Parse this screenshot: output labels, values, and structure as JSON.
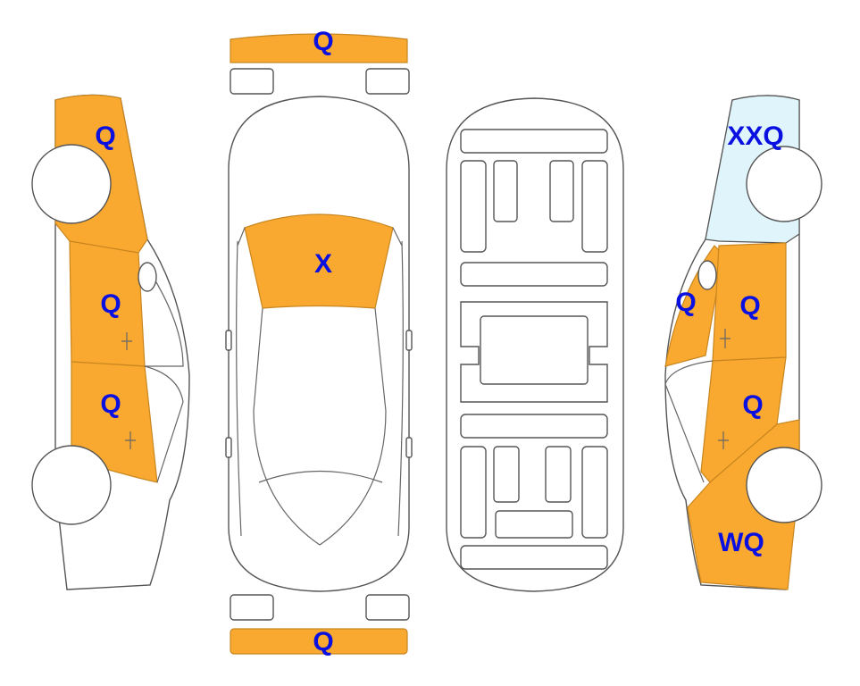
{
  "colors": {
    "damage": "#f9a92f",
    "damage_stroke": "#c98620",
    "glass_mark": "#e0f5fb",
    "label": "#0a10e0",
    "line": "#555555"
  },
  "labels": {
    "front_bumper": "Q",
    "rear_bumper": "Q",
    "windshield": "X",
    "left_front_fender": "Q",
    "left_front_door": "Q",
    "left_rear_door": "Q",
    "right_rear_glass": "XXQ",
    "right_a_pillar": "Q",
    "right_front_door": "Q",
    "right_rear_door": "Q",
    "right_front_fender": "WQ"
  }
}
